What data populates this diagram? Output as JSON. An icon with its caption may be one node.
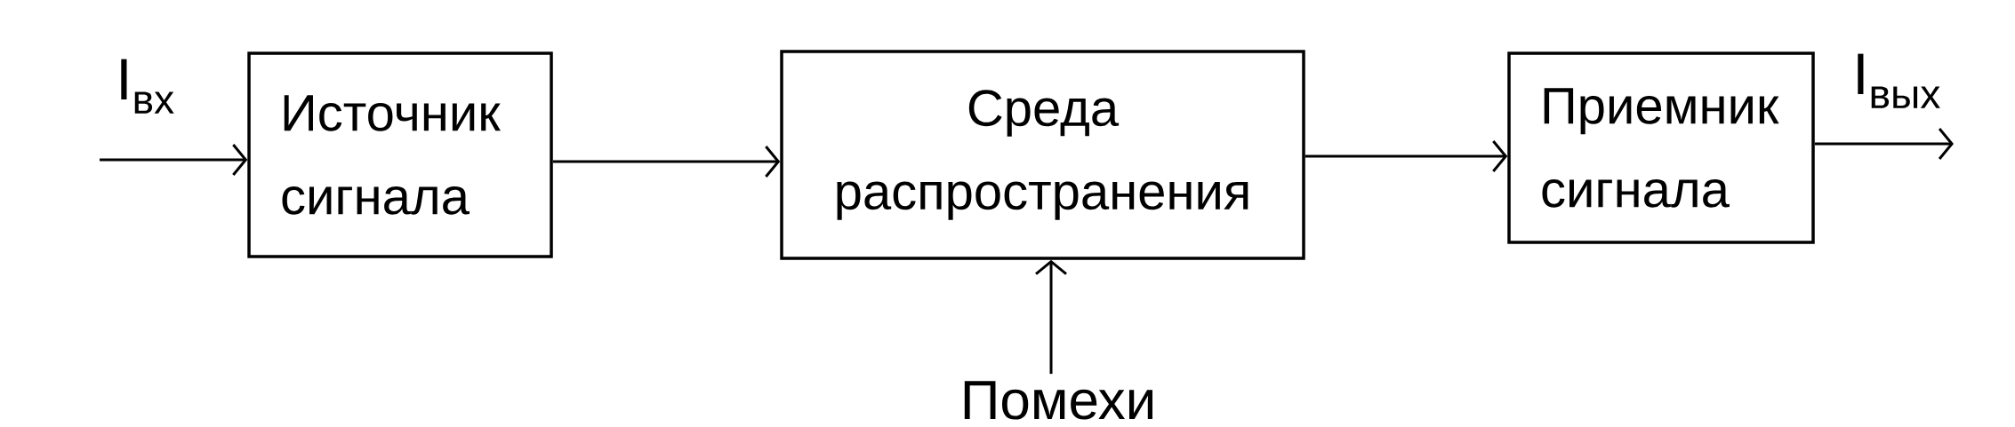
{
  "diagram": {
    "nodes": [
      {
        "text": [
          "Источник сигнала"
        ]
      },
      {
        "text": [
          "Среда распространения"
        ]
      },
      {
        "text": [
          "Приемник сигнала"
        ]
      },
      {
        "text": [
          "Помехи"
        ]
      }
    ],
    "edges": [
      {
        "from": null,
        "to": 0,
        "arrow": "to",
        "label": "I$_{вх}$"
      },
      {
        "from": 0,
        "to": 1,
        "arrow": "to"
      },
      {
        "from": 1,
        "to": 2,
        "arrow": "to"
      },
      {
        "from": 3,
        "to": 1,
        "arrow": "to"
      },
      {
        "from": 2,
        "to": null,
        "arrow": "to",
        "label": "I$_{вых}$"
      }
    ]
  }
}
